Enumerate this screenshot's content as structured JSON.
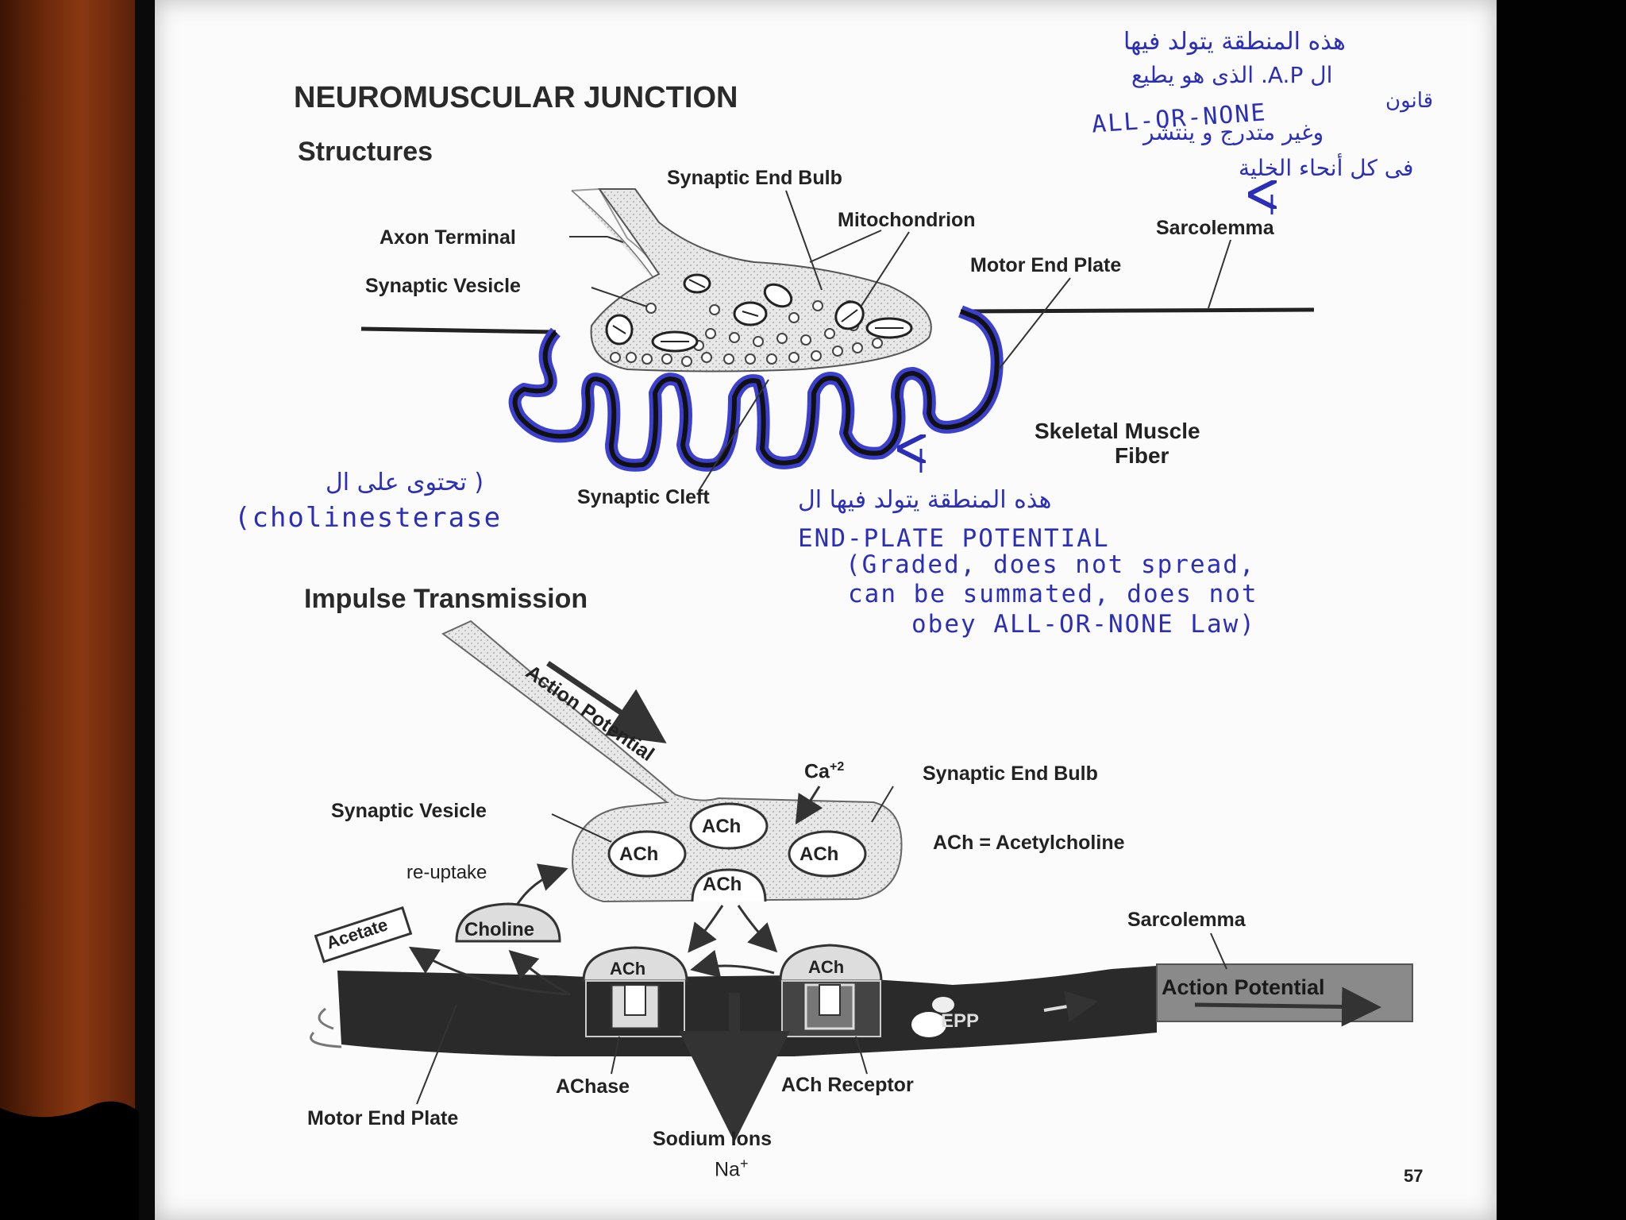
{
  "title": "NEUROMUSCULAR  JUNCTION",
  "sections": {
    "structures": "Structures",
    "impulse": "Impulse Transmission"
  },
  "structures_labels": {
    "synaptic_end_bulb": "Synaptic End Bulb",
    "mitochondrion": "Mitochondrion",
    "axon_terminal": "Axon Terminal",
    "synaptic_vesicle": "Synaptic Vesicle",
    "sarcolemma": "Sarcolemma",
    "motor_end_plate": "Motor End Plate",
    "skeletal_muscle_fiber_1": "Skeletal Muscle",
    "skeletal_muscle_fiber_2": "Fiber",
    "synaptic_cleft": "Synaptic Cleft"
  },
  "impulse_labels": {
    "action_potential_arrow": "Action Potential",
    "ca": "Ca",
    "ca_sup": "+2",
    "synaptic_end_bulb": "Synaptic End Bulb",
    "synaptic_vesicle": "Synaptic Vesicle",
    "ach_definition": "ACh  =  Acetylcholine",
    "re_uptake": "re-uptake",
    "acetate": "Acetate",
    "choline": "Choline",
    "ach": "ACh",
    "sarcolemma": "Sarcolemma",
    "action_potential_box": "Action Potential",
    "epp": "EPP",
    "achase": "AChase",
    "ach_receptor": "ACh Receptor",
    "motor_end_plate": "Motor End Plate",
    "sodium_ions": "Sodium Ions",
    "na": "Na",
    "na_sup": "+"
  },
  "handwritten": {
    "top_ar_1": "هذه المنطقة يتولد فيها",
    "top_ar_2": "ال A.P. الذى هو يطيع",
    "top_ar_3": "قانون",
    "top_en": "ALL-OR-NONE",
    "top_ar_4": "وغير متدرج و ينتشر",
    "top_ar_5": "فى كل أنحاء الخلية",
    "left_ar": "( تحتوى على ال",
    "left_en": "(cholinesterase",
    "mid_ar": "هذه المنطقة يتولد فيها ال",
    "mid_1": "END-PLATE POTENTIAL",
    "mid_2": "(Graded, does not spread,",
    "mid_3": "can be summated, does not",
    "mid_4": "obey ALL-OR-NONE Law)"
  },
  "page_number": "57",
  "colors": {
    "ink": "#2b2fb8",
    "curtain": "#6e2a0c",
    "muscle": "#2a2a2a"
  }
}
